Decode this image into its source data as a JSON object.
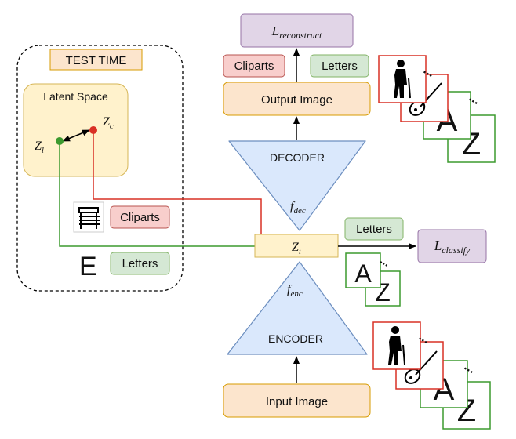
{
  "test_time": {
    "title": "TEST TIME",
    "latent_space": {
      "label": "Latent Space",
      "z_letters": "Z",
      "z_letters_sub": "l",
      "z_cliparts": "Z",
      "z_cliparts_sub": "c"
    },
    "cliparts_tag": "Cliparts",
    "letters_tag": "Letters",
    "letter_glyph": "E"
  },
  "network": {
    "output_image": "Output Image",
    "input_image": "Input Image",
    "decoder": "DECODER",
    "encoder": "ENCODER",
    "f_dec": "f",
    "f_dec_sub": "dec",
    "f_enc": "f",
    "f_enc_sub": "enc",
    "z_i": "Z",
    "z_i_sub": "i"
  },
  "losses": {
    "reconstruct": "L",
    "reconstruct_sub": "reconstruct",
    "classify": "L",
    "classify_sub": "classify"
  },
  "tags": {
    "output_cliparts": "Cliparts",
    "output_letters": "Letters",
    "classify_letters": "Letters"
  },
  "image_stacks": {
    "letter_a": "A",
    "letter_z": "Z",
    "more": "..."
  },
  "colors": {
    "orange_fill": "#FCE5CD",
    "orange_border": "#D79B00",
    "purple_fill": "#E1D5E7",
    "purple_border": "#9673A6",
    "red_fill": "#F8CECC",
    "red_border": "#B85450",
    "green_fill": "#D5E8D4",
    "green_border": "#82B366",
    "blue_fill": "#DAE8FC",
    "blue_border": "#6C8EBF",
    "yellow_fill": "#FFF2CC",
    "yellow_border": "#D6B656",
    "red_line": "#D93025",
    "green_line": "#3C9A2E"
  }
}
